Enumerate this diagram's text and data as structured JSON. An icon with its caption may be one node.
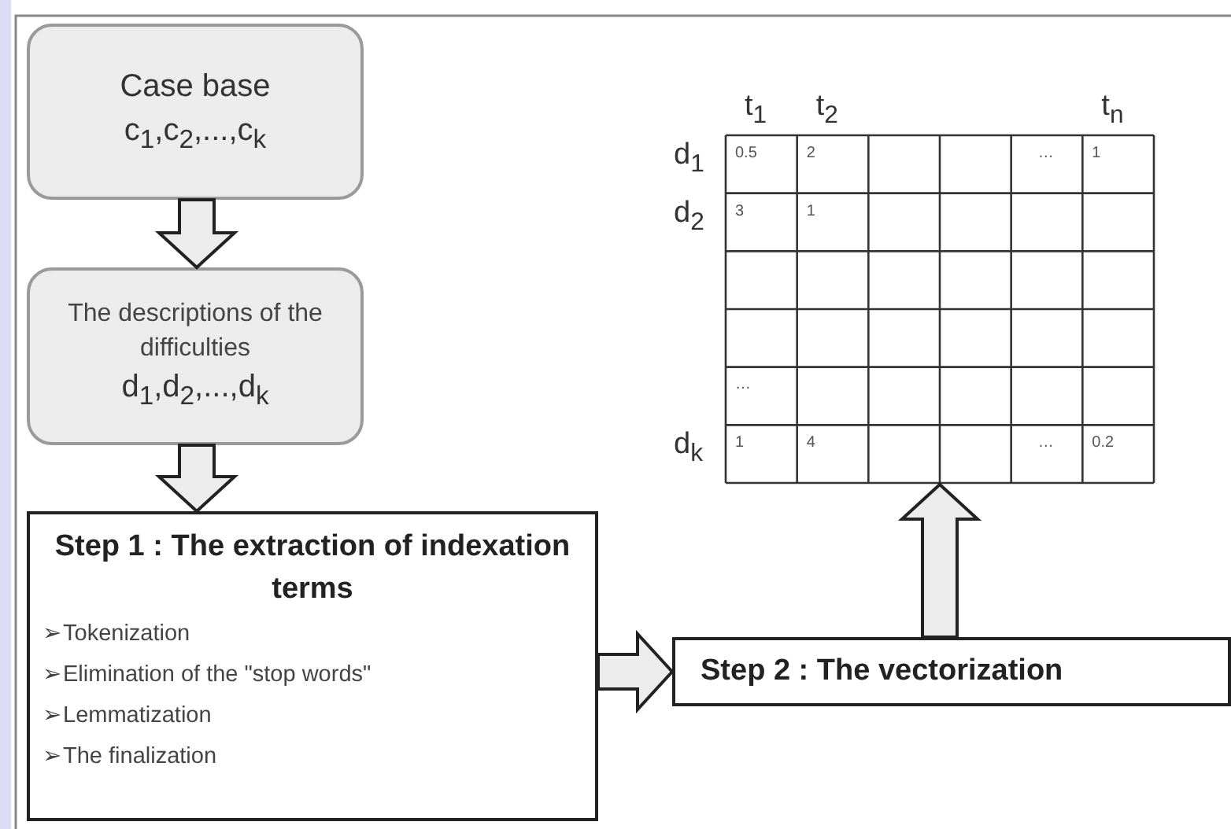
{
  "diagram": {
    "nodes": [
      {
        "text": [
          "Case base",
          "c$_{1}$,c$_{2}$,...,c$_{k}$"
        ]
      },
      {
        "text": [
          "The descriptions of the difficulties",
          "d$_{1}$,d$_{2}$,...,d$_{k}$"
        ]
      },
      {
        "text": [
          "Step 1 : The extraction of indexation terms",
          "➢Tokenization",
          "➢Elimination of the \"stop words\"",
          "➢Lemmatization",
          "➢The finalization"
        ]
      },
      {
        "text": [
          "Step 2 : The vectorization"
        ]
      },
      {
        "text": [
          "t$_{1}$",
          "t$_{2}$",
          "t$_{n}$",
          "d$_{1}$",
          "0.5",
          "2",
          "…",
          "1",
          "d$_{2}$",
          "3",
          "1",
          "…",
          "d$_{k}$",
          "1",
          "4",
          "…",
          "0.2"
        ]
      }
    ],
    "edges": [
      {
        "from": 0,
        "to": 1,
        "arrow": "to"
      },
      {
        "from": 1,
        "to": 2,
        "arrow": "to"
      },
      {
        "from": 2,
        "to": 3,
        "arrow": "to"
      },
      {
        "from": 3,
        "to": 4,
        "arrow": "to"
      }
    ]
  }
}
